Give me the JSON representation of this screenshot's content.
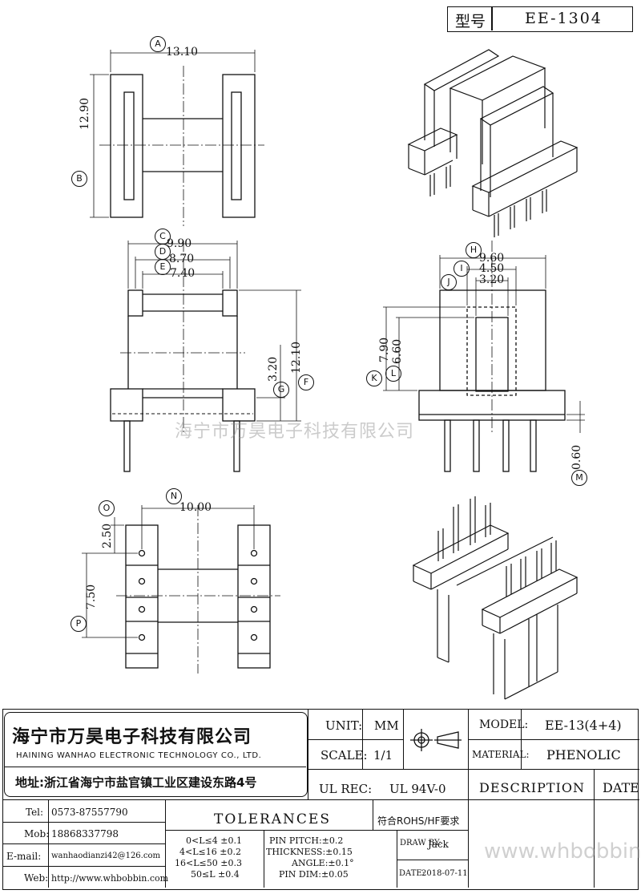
{
  "model_box": {
    "label": "型号",
    "value": "EE-1304"
  },
  "dimensions": {
    "A": {
      "letter": "A",
      "value": "13.10"
    },
    "B": {
      "letter": "B",
      "value": "12.90"
    },
    "C": {
      "letter": "C",
      "value": "9.90"
    },
    "D": {
      "letter": "D",
      "value": "8.70"
    },
    "E": {
      "letter": "E",
      "value": "7.40"
    },
    "F": {
      "letter": "F",
      "value": "12.10"
    },
    "G": {
      "letter": "G",
      "value": "3.20"
    },
    "H": {
      "letter": "H",
      "value": "9.60"
    },
    "I": {
      "letter": "I",
      "value": "4.50"
    },
    "J": {
      "letter": "J",
      "value": "3.20"
    },
    "K": {
      "letter": "K",
      "value": "7.90"
    },
    "L": {
      "letter": "L",
      "value": "6.60"
    },
    "M": {
      "letter": "M",
      "value": "0.60"
    },
    "N": {
      "letter": "N",
      "value": "10.00"
    },
    "O": {
      "letter": "O",
      "value": "2.50"
    },
    "P": {
      "letter": "P",
      "value": "7.50"
    }
  },
  "watermarks": {
    "center": "海宁市万昊电子科技有限公司",
    "footer": "www.whbobbin.com"
  },
  "company": {
    "name_cn": "海宁市万昊电子科技有限公司",
    "name_en": "HAINING WANHAO ELECTRONIC TECHNOLOGY CO., LTD.",
    "address": "地址:浙江省海宁市盐官镇工业区建设东路4号"
  },
  "contacts": [
    {
      "label": "Tel:",
      "value": "0573-87557790"
    },
    {
      "label": "Mob:",
      "value": "18868337798"
    },
    {
      "label": "E-mail:",
      "value": "wanhaodianzi42@126.com"
    },
    {
      "label": "Web:",
      "value": "http://www.whbobbin.com"
    }
  ],
  "spec": {
    "unit_label": "UNIT:",
    "unit_value": "MM",
    "scale_label": "SCALE:",
    "scale_value": "1/1",
    "ulrec_label": "UL REC:",
    "ulrec_value": "UL 94V-0",
    "model_label": "MODEL:",
    "model_value": "EE-13(4+4)",
    "material_label": "MATERIAL:",
    "material_value": "PHENOLIC",
    "description_label": "DESCRIPTION",
    "date_label": "DATE"
  },
  "tolerances": {
    "title": "TOLERANCES",
    "length_rows": [
      "0<L≤4 ±0.1",
      "4<L≤16 ±0.2",
      "16<L≤50 ±0.3",
      "50≤L ±0.4"
    ],
    "other_rows": [
      "PIN PITCH:±0.2",
      "THICKNESS:±0.15",
      "ANGLE:±0.1°",
      "PIN DIM:±0.05"
    ],
    "rohs": "符合ROHS/HF要求",
    "draw_by_label": "DRAW BY:",
    "draw_by_value": "Jack",
    "date_label": "DATE:",
    "date_value": "2018-07-11"
  }
}
